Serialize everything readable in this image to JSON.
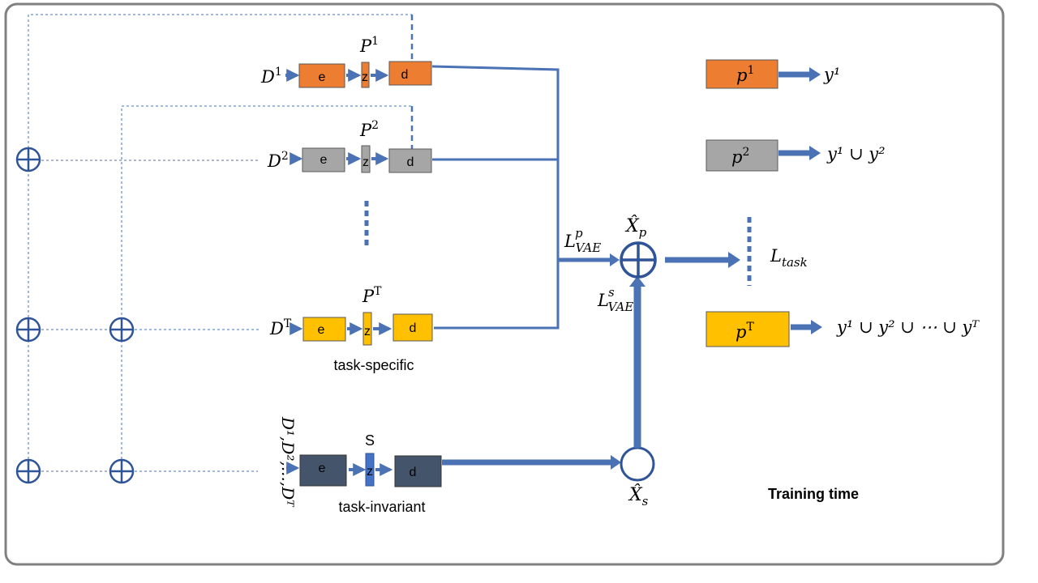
{
  "colors": {
    "orange": "#ED7D31",
    "gray": "#A6A6A6",
    "yellow": "#FFC000",
    "slate": "#44546A",
    "blue": "#4472C4",
    "line_blue": "#4A72B5",
    "plus_stroke": "#2F5497",
    "frame": "#7F7F7F"
  },
  "rows": [
    {
      "input": "D",
      "input_sup": "1",
      "encoder": "e",
      "latent": "z",
      "decoder": "d",
      "latent_label": "P",
      "latent_sup": "1"
    },
    {
      "input": "D",
      "input_sup": "2",
      "encoder": "e",
      "latent": "z",
      "decoder": "d",
      "latent_label": "P",
      "latent_sup": "2"
    },
    {
      "input": "D",
      "input_sup": "T",
      "encoder": "e",
      "latent": "z",
      "decoder": "d",
      "latent_label": "P",
      "latent_sup": "T"
    }
  ],
  "task_specific_label": "task-specific",
  "shared": {
    "input_vertical": "D¹,D²,...,Dᵀ",
    "encoder": "e",
    "latent": "z",
    "decoder": "d",
    "latent_label": "S",
    "caption": "task-invariant"
  },
  "combine": {
    "xp_label": "X̂",
    "xp_sub": "p",
    "xs_label": "X̂",
    "xs_sub": "s",
    "lvae_p": "L",
    "lvae_p_sup": "p",
    "lvae_p_sub": "VAE",
    "lvae_s": "L",
    "lvae_s_sup": "s",
    "lvae_s_sub": "VAE",
    "ltask": "L",
    "ltask_sub": "task"
  },
  "heads": [
    {
      "label": "p",
      "sup": "1",
      "output": "y¹"
    },
    {
      "label": "p",
      "sup": "2",
      "output": "y¹ ∪ y²"
    },
    {
      "label": "p",
      "sup": "T",
      "output": "y¹ ∪ y² ∪ ⋯ ∪ yᵀ"
    }
  ],
  "training_label": "Training time"
}
